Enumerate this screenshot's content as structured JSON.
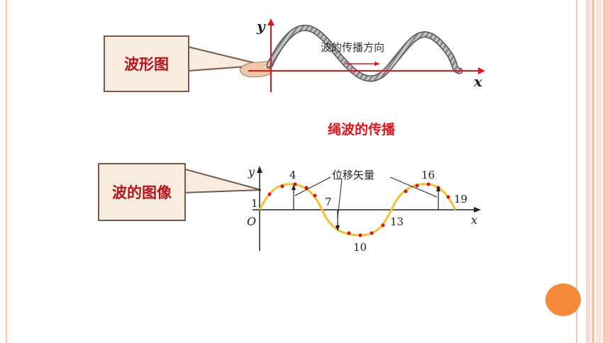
{
  "callouts": {
    "top": "波形图",
    "bottom": "波的图像"
  },
  "rope_figure": {
    "y_axis": "y",
    "x_axis": "x",
    "direction_label": "波的传播方向",
    "caption": "绳波的传播"
  },
  "wave_figure": {
    "y_axis": "y",
    "x_axis": "x",
    "origin": "O",
    "vector_label": "位移矢量",
    "point_labels": {
      "p1": "1",
      "p4": "4",
      "p7": "7",
      "p10": "10",
      "p13": "13",
      "p16": "16",
      "p19": "19"
    }
  },
  "colors": {
    "callout_text": "#b8121b",
    "caption": "#e4141c",
    "axis_red": "#e8141c",
    "wave_yellow": "#f2c230",
    "dot_red": "#d4141c",
    "nav_dot": "#f58a3a"
  }
}
